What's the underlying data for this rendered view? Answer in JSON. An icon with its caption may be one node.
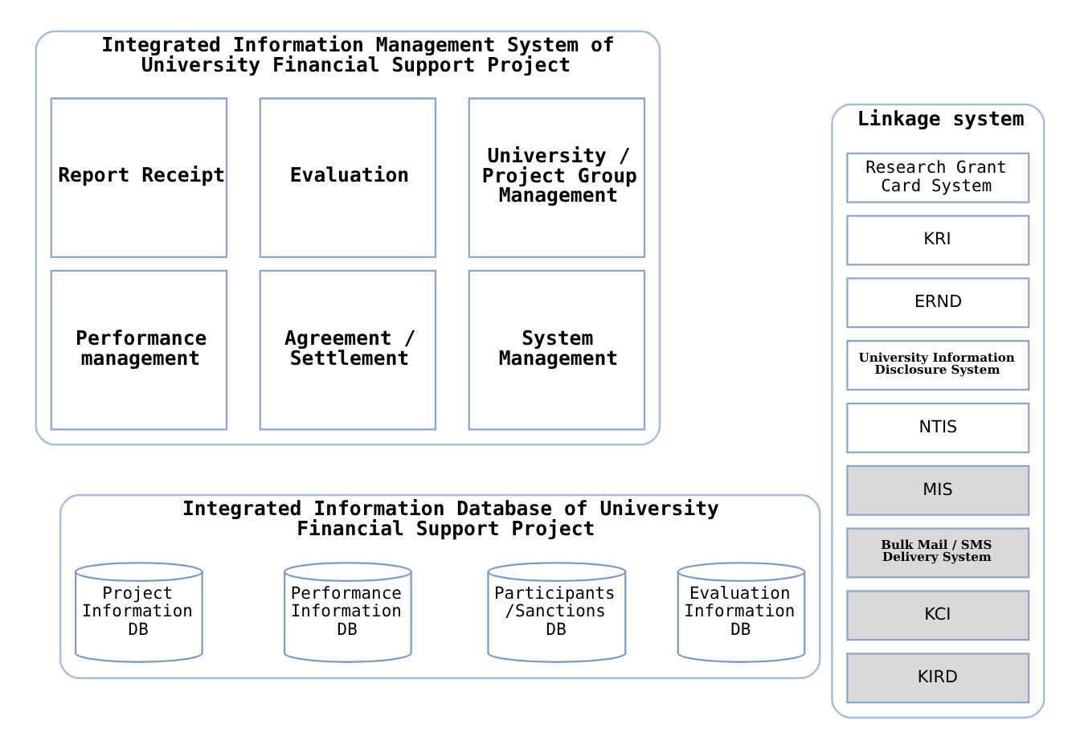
{
  "diagram": {
    "nodes": [
      {
        "text": [
          "Integrated Information Management System of University Financial Support Project"
        ]
      },
      {
        "text": [
          "Report Receipt"
        ],
        "in": 0
      },
      {
        "text": [
          "Evaluation"
        ],
        "in": 0
      },
      {
        "text": [
          "University / Project Group Management"
        ],
        "in": 0
      },
      {
        "text": [
          "Performance management"
        ],
        "in": 0
      },
      {
        "text": [
          "Agreement / Settlement"
        ],
        "in": 0
      },
      {
        "text": [
          "System Management"
        ],
        "in": 0
      },
      {
        "text": [
          "Integrated Information Database of University Financial Support Project"
        ]
      },
      {
        "text": [
          "Project Information DB"
        ],
        "in": 7
      },
      {
        "text": [
          "Performance Information DB"
        ],
        "in": 7
      },
      {
        "text": [
          "Participants /Sanctions DB"
        ],
        "in": 7
      },
      {
        "text": [
          "Evaluation Information DB"
        ],
        "in": 7
      },
      {
        "text": [
          "Linkage system"
        ]
      },
      {
        "text": [
          "Research Grant Card System"
        ],
        "in": 12
      },
      {
        "text": [
          "KRI"
        ],
        "in": 12
      },
      {
        "text": [
          "ERND"
        ],
        "in": 12
      },
      {
        "text": [
          "University Information Disclosure System"
        ],
        "in": 12
      },
      {
        "text": [
          "NTIS"
        ],
        "in": 12
      },
      {
        "text": [
          "MIS"
        ],
        "in": 12
      },
      {
        "text": [
          "Bulk Mail / SMS Delivery System"
        ],
        "in": 12
      },
      {
        "text": [
          "KCI"
        ],
        "in": 12
      },
      {
        "text": [
          "KIRD"
        ],
        "in": 12
      }
    ]
  }
}
